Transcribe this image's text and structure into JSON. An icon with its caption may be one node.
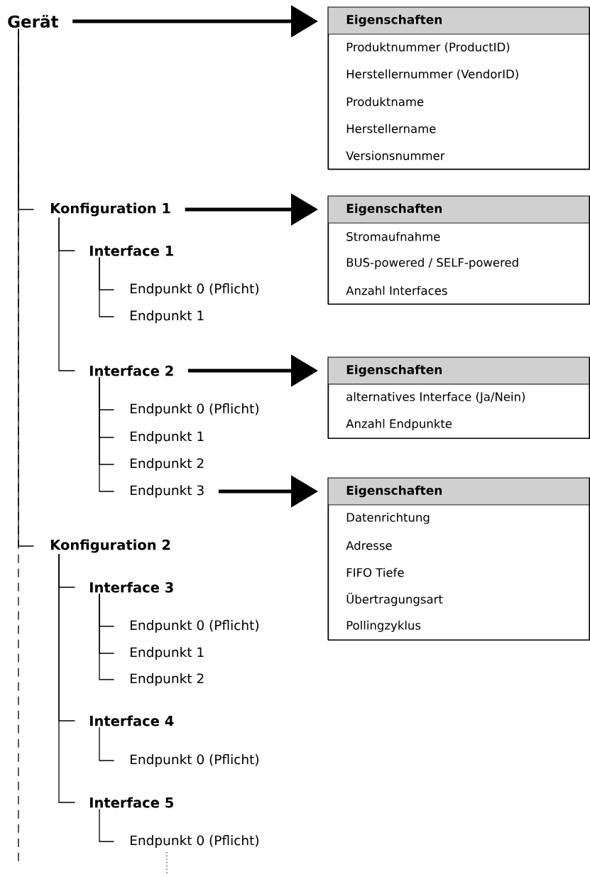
{
  "diagram": {
    "nodes": [
      {
        "text": [
          "Gerät"
        ]
      },
      {
        "text": [
          "Eigenschaften",
          "Produktnummer (ProductID)",
          "Herstellernummer (VendorID)",
          "Produktname",
          "Herstellername",
          "Versionsnummer"
        ]
      },
      {
        "text": [
          "Konfiguration 1"
        ]
      },
      {
        "text": [
          "Eigenschaften",
          "Stromaufnahme",
          "BUS-powered / SELF-powered",
          "Anzahl Interfaces"
        ]
      },
      {
        "text": [
          "Interface 1"
        ]
      },
      {
        "text": [
          "Endpunkt 0 (Pflicht)"
        ]
      },
      {
        "text": [
          "Endpunkt 1"
        ]
      },
      {
        "text": [
          "Interface 2"
        ]
      },
      {
        "text": [
          "Eigenschaften",
          "alternatives Interface (Ja/Nein)",
          "Anzahl Endpunkte"
        ]
      },
      {
        "text": [
          "Endpunkt 0 (Pflicht)"
        ]
      },
      {
        "text": [
          "Endpunkt 1"
        ]
      },
      {
        "text": [
          "Endpunkt 2"
        ]
      },
      {
        "text": [
          "Endpunkt 3"
        ]
      },
      {
        "text": [
          "Eigenschaften",
          "Datenrichtung",
          "Adresse",
          "FIFO Tiefe",
          "Übertragungsart",
          "Pollingzyklus"
        ]
      },
      {
        "text": [
          "Konfiguration 2"
        ]
      },
      {
        "text": [
          "Interface 3"
        ]
      },
      {
        "text": [
          "Endpunkt 0 (Pflicht)"
        ]
      },
      {
        "text": [
          "Endpunkt 1"
        ]
      },
      {
        "text": [
          "Endpunkt 2"
        ]
      },
      {
        "text": [
          "Interface 4"
        ]
      },
      {
        "text": [
          "Endpunkt 0 (Pflicht)"
        ]
      },
      {
        "text": [
          "Interface 5"
        ]
      },
      {
        "text": [
          "Endpunkt 0 (Pflicht)"
        ]
      }
    ],
    "edges": [
      {
        "from": 0,
        "to": 1,
        "arrow": "to",
        "style": "thick"
      },
      {
        "from": 2,
        "to": 3,
        "arrow": "to",
        "style": "thick"
      },
      {
        "from": 7,
        "to": 8,
        "arrow": "to",
        "style": "thick"
      },
      {
        "from": 12,
        "to": 13,
        "arrow": "to",
        "style": "thick"
      },
      {
        "from": 0,
        "to": 2,
        "arrow": "none"
      },
      {
        "from": 2,
        "to": 4,
        "arrow": "none"
      },
      {
        "from": 4,
        "to": 5,
        "arrow": "none"
      },
      {
        "from": 4,
        "to": 6,
        "arrow": "none"
      },
      {
        "from": 2,
        "to": 7,
        "arrow": "none"
      },
      {
        "from": 7,
        "to": 9,
        "arrow": "none"
      },
      {
        "from": 7,
        "to": 10,
        "arrow": "none"
      },
      {
        "from": 7,
        "to": 11,
        "arrow": "none"
      },
      {
        "from": 7,
        "to": 12,
        "arrow": "none"
      },
      {
        "from": 0,
        "to": 14,
        "arrow": "none"
      },
      {
        "from": 14,
        "to": 15,
        "arrow": "none"
      },
      {
        "from": 15,
        "to": 16,
        "arrow": "none"
      },
      {
        "from": 15,
        "to": 17,
        "arrow": "none"
      },
      {
        "from": 15,
        "to": 18,
        "arrow": "none"
      },
      {
        "from": 14,
        "to": 19,
        "arrow": "none"
      },
      {
        "from": 19,
        "to": 20,
        "arrow": "none"
      },
      {
        "from": 14,
        "to": 21,
        "arrow": "none"
      },
      {
        "from": 21,
        "to": 22,
        "arrow": "none"
      },
      {
        "from": 0,
        "to": null,
        "arrow": "none",
        "style": "dashed"
      }
    ]
  }
}
